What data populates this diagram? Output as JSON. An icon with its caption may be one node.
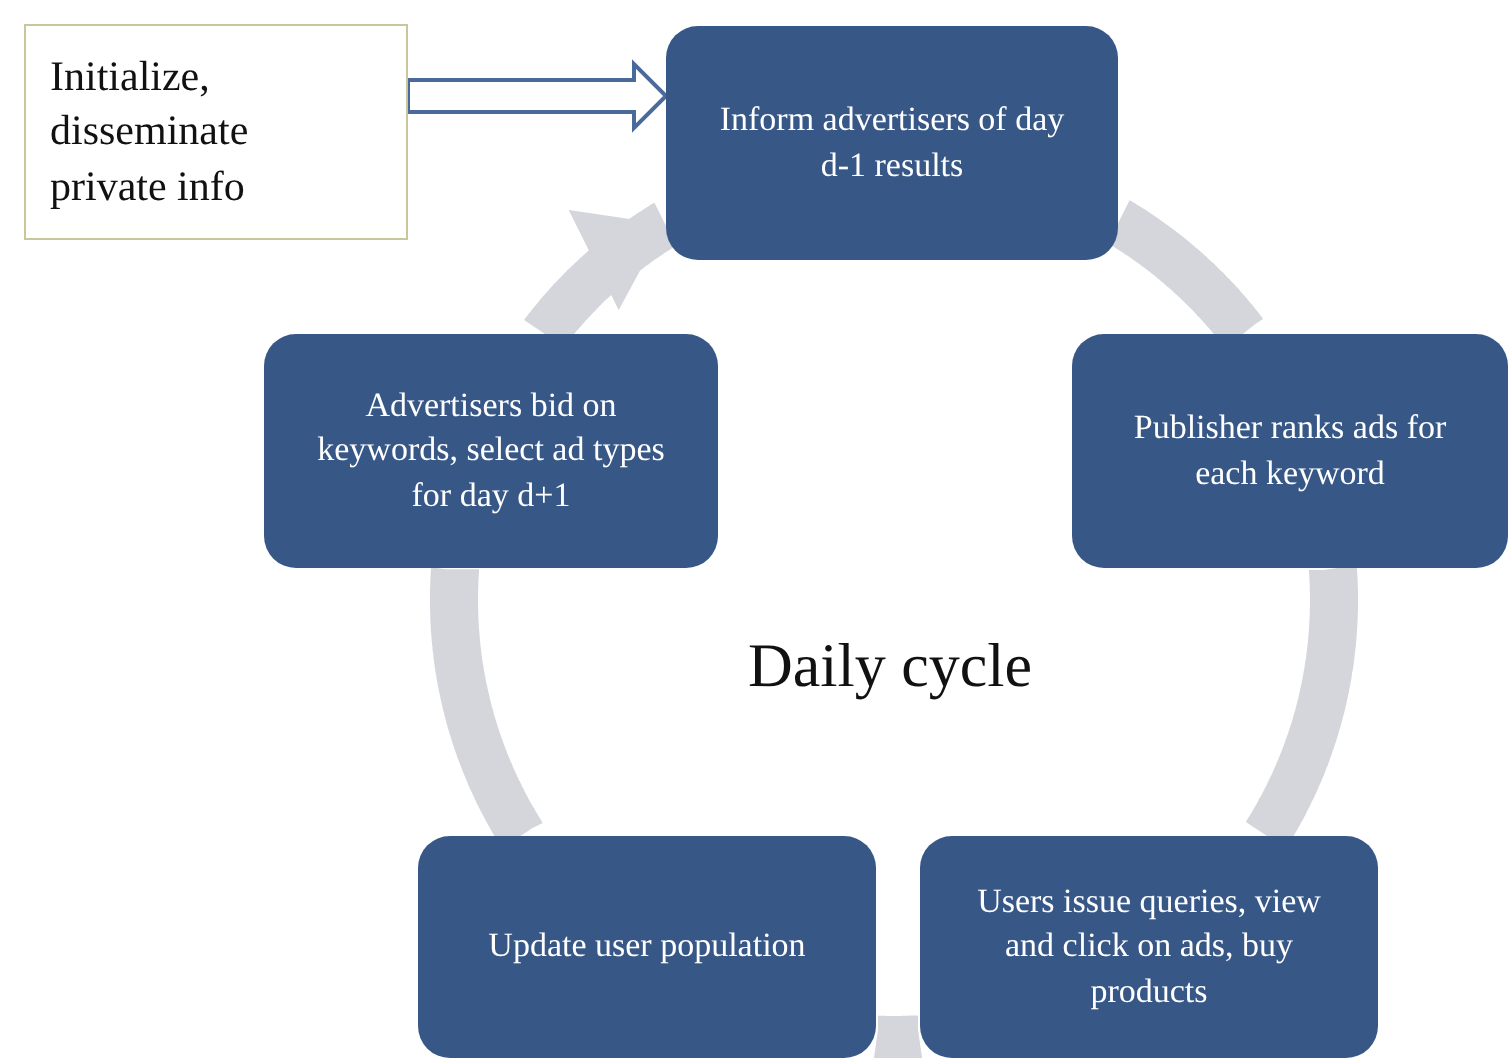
{
  "diagram": {
    "nodes": [
      {
        "text": [
          "Initialize, disseminate private info"
        ]
      },
      {
        "text": [
          "Inform advertisers of day d-1 results"
        ]
      },
      {
        "text": [
          "Publisher ranks ads for each keyword"
        ]
      },
      {
        "text": [
          "Users issue queries, view and click on ads, buy products"
        ]
      },
      {
        "text": [
          "Update user population"
        ]
      },
      {
        "text": [
          "Advertisers bid on keywords, select ad types for day d+1"
        ]
      }
    ],
    "edges": [
      {
        "from": 0,
        "to": 1,
        "arrow": "to",
        "color": "#4a6a9c"
      },
      {
        "from": 1,
        "to": 2,
        "arrow": "none"
      },
      {
        "from": 2,
        "to": 3,
        "arrow": "none"
      },
      {
        "from": 3,
        "to": 4,
        "arrow": "none"
      },
      {
        "from": 4,
        "to": 5,
        "arrow": "none"
      },
      {
        "from": 5,
        "to": 1,
        "arrow": "to"
      }
    ],
    "labels": [
      "Daily cycle"
    ]
  }
}
